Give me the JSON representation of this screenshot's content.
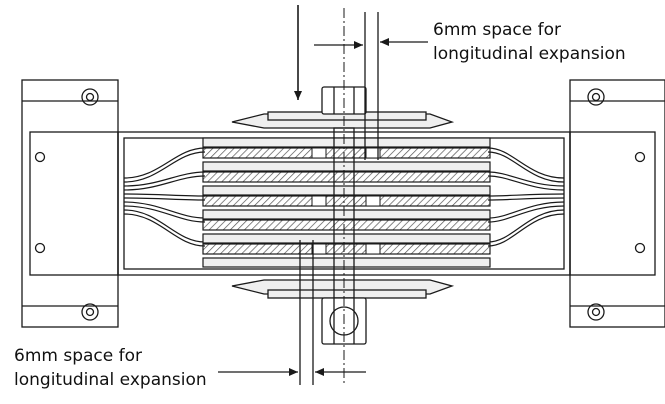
{
  "annotations": {
    "top": {
      "line1": "6mm space for",
      "line2": "longitudinal expansion"
    },
    "bottom": {
      "line1": "6mm space for",
      "line2": "longitudinal expansion"
    }
  },
  "colors": {
    "stroke": "#1a1a1a",
    "plate_fill": "#efefef",
    "hatch": "#555555",
    "background": "#ffffff"
  }
}
